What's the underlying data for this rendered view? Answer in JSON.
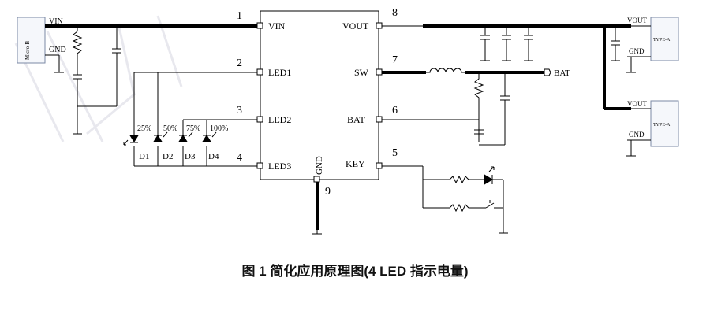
{
  "caption": "图 1 简化应用原理图(4 LED 指示电量)",
  "chip": {
    "pins": [
      {
        "num": "1",
        "name": "VIN"
      },
      {
        "num": "2",
        "name": "LED1"
      },
      {
        "num": "3",
        "name": "LED2"
      },
      {
        "num": "4",
        "name": "LED3"
      },
      {
        "num": "8",
        "name": "VOUT"
      },
      {
        "num": "7",
        "name": "SW"
      },
      {
        "num": "6",
        "name": "BAT"
      },
      {
        "num": "5",
        "name": "KEY"
      },
      {
        "num": "9",
        "name": "GND"
      }
    ]
  },
  "input_connector": {
    "name": "Micro-B",
    "vin": "VIN",
    "gnd": "GND"
  },
  "bat_label": "BAT",
  "leds": [
    {
      "name": "D1",
      "percent": "25%"
    },
    {
      "name": "D2",
      "percent": "50%"
    },
    {
      "name": "D3",
      "percent": "75%"
    },
    {
      "name": "D4",
      "percent": "100%"
    }
  ],
  "outputs": [
    {
      "name": "TYPE-A",
      "vout": "VOUT",
      "gnd": "GND"
    },
    {
      "name": "TYPE-A",
      "vout": "VOUT",
      "gnd": "GND"
    }
  ]
}
